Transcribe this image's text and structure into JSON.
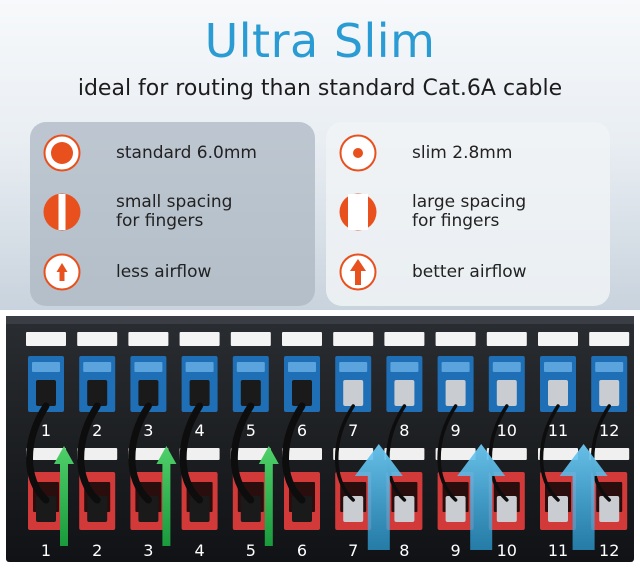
{
  "header": {
    "title": "Ultra Slim",
    "subtitle": "ideal for routing than standard Cat.6A cable"
  },
  "left_card": {
    "rows": [
      {
        "icon": "thick-cable-cross-section-icon",
        "label": "standard 6.0mm"
      },
      {
        "icon": "narrow-gap-icon",
        "label": "small spacing\nfor fingers"
      },
      {
        "icon": "small-airflow-arrow-icon",
        "label": "less airflow"
      }
    ]
  },
  "right_card": {
    "rows": [
      {
        "icon": "thin-cable-cross-section-icon",
        "label": "slim 2.8mm"
      },
      {
        "icon": "wide-gap-icon",
        "label": "large spacing\nfor fingers"
      },
      {
        "icon": "large-airflow-arrow-icon",
        "label": "better airflow"
      }
    ]
  },
  "patch_panel": {
    "top_port_numbers": [
      "1",
      "2",
      "3",
      "4",
      "5",
      "6",
      "7",
      "8",
      "9",
      "10",
      "11",
      "12"
    ],
    "bottom_port_numbers": [
      "1",
      "2",
      "3",
      "4",
      "5",
      "6",
      "7",
      "8",
      "9",
      "10",
      "11",
      "12"
    ]
  },
  "colors": {
    "accent_orange": "#e8501e",
    "title_blue": "#2a9bd3",
    "green_arrow": "#22b04a",
    "blue_arrow": "#2b9fd6",
    "port_blue": "#1f6fb6",
    "port_red": "#d23a3a"
  }
}
